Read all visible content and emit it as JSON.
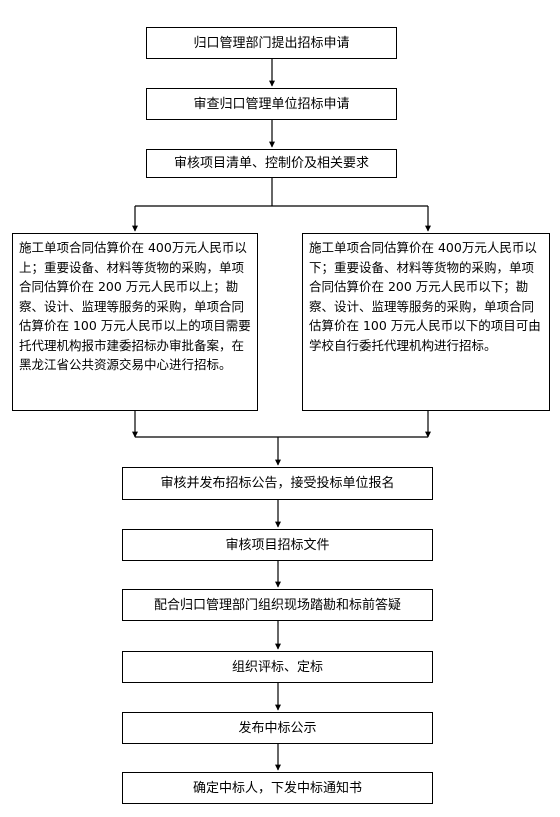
{
  "steps": {
    "s1": "归口管理部门提出招标申请",
    "s2": "审查归口管理单位招标申请",
    "s3": "审核项目清单、控制价及相关要求",
    "left_branch": "施工单项合同估算价在 400万元人民币以上；重要设备、材料等货物的采购，单项合同估算价在 200 万元人民币以上；勘察、设计、监理等服务的采购，单项合同估算价在 100 万元人民币以上的项目需要托代理机构报市建委招标办审批备案，在黑龙江省公共资源交易中心进行招标。",
    "right_branch": "施工单项合同估算价在 400万元人民币以下；重要设备、材料等货物的采购，单项合同估算价在 200 万元人民币以下；勘察、设计、监理等服务的采购，单项合同估算价在 100 万元人民币以下的项目可由学校自行委托代理机构进行招标。",
    "s4": "审核并发布招标公告，接受投标单位报名",
    "s5": "审核项目招标文件",
    "s6": "配合归口管理部门组织现场踏勘和标前答疑",
    "s7": "组织评标、定标",
    "s8": "发布中标公示",
    "s9": "确定中标人，下发中标通知书"
  }
}
